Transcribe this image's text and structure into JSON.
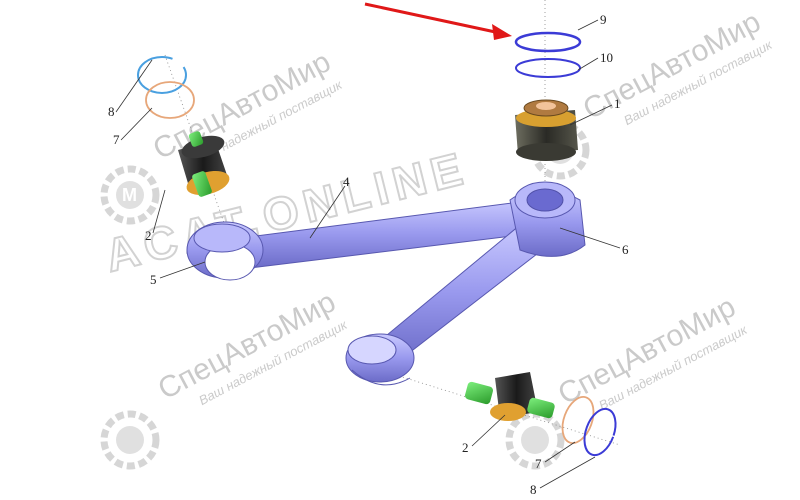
{
  "diagram": {
    "callouts": {
      "c1": "1",
      "c2a": "2",
      "c2b": "2",
      "c4": "4",
      "c5": "5",
      "c6": "6",
      "c7a": "7",
      "c7b": "7",
      "c8a": "8",
      "c8b": "8",
      "c9": "9",
      "c10": "10"
    },
    "colors": {
      "arm": "#9e9ef0",
      "arm_dark": "#6a6ad0",
      "bushing_black": "#2a2a2a",
      "bushing_orange": "#e0a030",
      "pin_green": "#44cc44",
      "ring_blue": "#3b3bd6",
      "ring_orange": "#e7a77a",
      "arrow_red": "#e01818"
    }
  },
  "watermarks": {
    "brand": "СпецАвтоМир",
    "slogan": "Ваш надежный поставщик",
    "site": "ACAT.ONLINE"
  }
}
